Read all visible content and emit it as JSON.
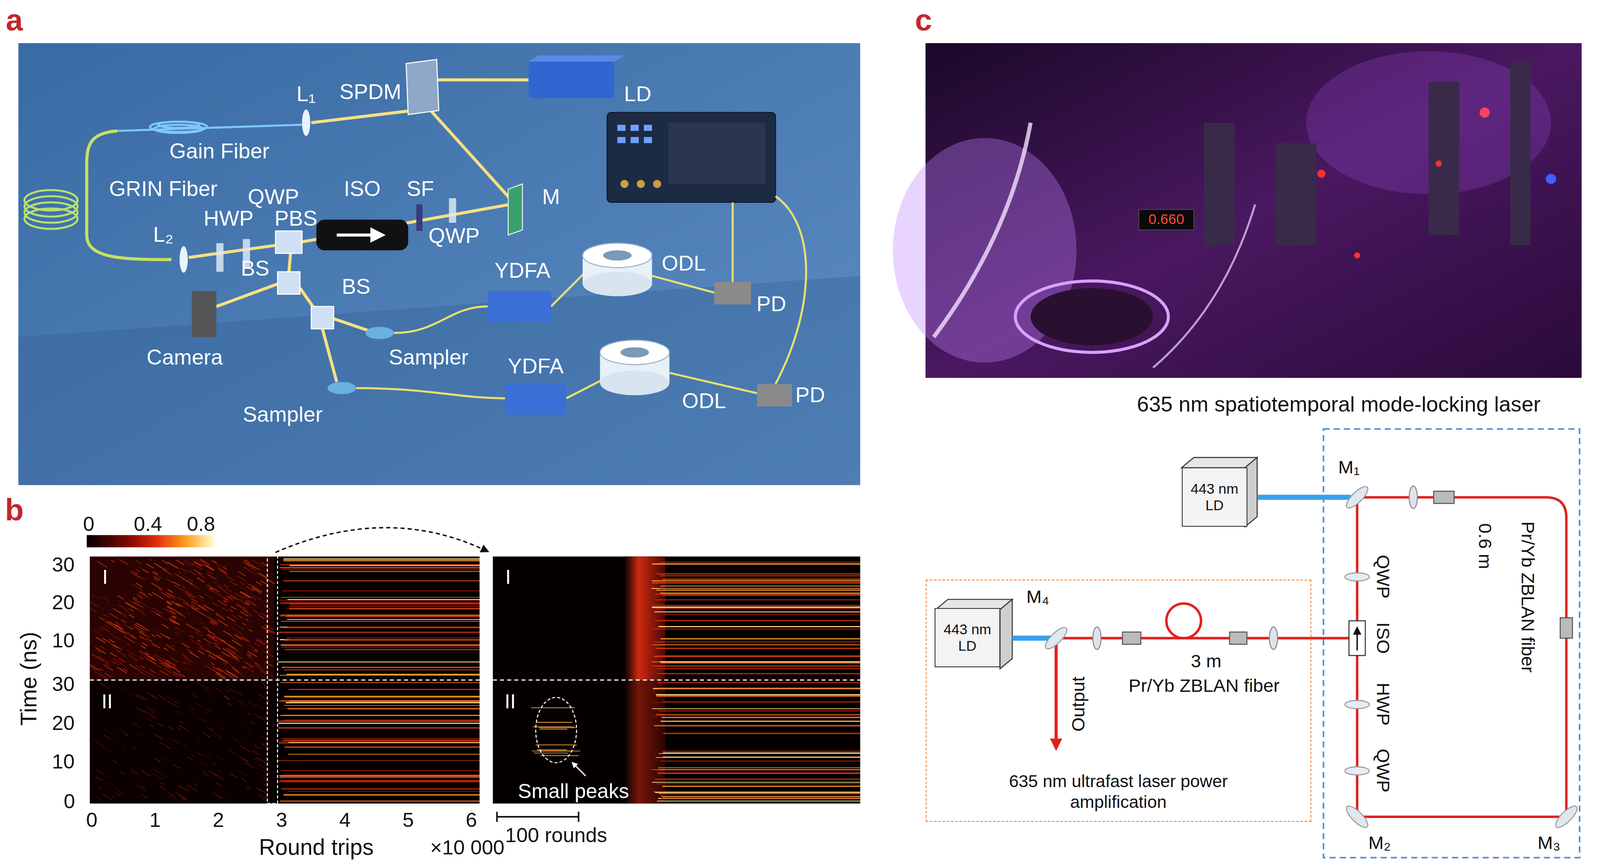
{
  "diagram": {
    "nodes": [
      {
        "text": [
          "443 nm LD"
        ]
      },
      {
        "text": [
          "635 nm ultrafast laser power amplification"
        ]
      },
      {
        "text": [
          "443 nm LD"
        ],
        "in": 1
      }
    ],
    "labels": [
      "a",
      "L₁",
      "SPDM",
      "LD",
      "Gain Fiber",
      "GRIN Fiber",
      "QWP",
      "HWP",
      "PBS",
      "L₂",
      "ISO",
      "SF",
      "M",
      "QWP",
      "BS",
      "YDFA",
      "ODL",
      "PD",
      "BS",
      "Camera",
      "Sampler",
      "YDFA",
      "Sampler",
      "ODL",
      "PD",
      "b",
      "0",
      "0.4",
      "0.8",
      "30",
      "20",
      "10",
      "30",
      "20",
      "10",
      "0",
      "Time (ns)",
      "I",
      "II",
      "0",
      "1",
      "2",
      "3",
      "4",
      "5",
      "6",
      "Round trips",
      "×10 000",
      "I",
      "II",
      "Small peaks",
      "100 rounds",
      "c",
      "0.660",
      "635 nm spatiotemporal mode-locking laser",
      "M₁",
      "QWP",
      "0.6 m",
      "Pr/Yb ZBLAN fiber",
      "ISO",
      "HWP",
      "QWP",
      "M₂",
      "M₃",
      "M₄",
      "3 m",
      "Pr/Yb ZBLAN fiber",
      "Output"
    ]
  }
}
